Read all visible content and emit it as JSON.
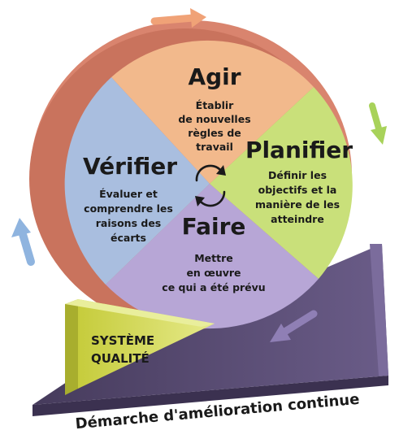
{
  "cycle": {
    "agir": {
      "title": "Agir",
      "desc": [
        "Établir",
        "de nouvelles",
        "règles de",
        "travail"
      ],
      "color": "#f2b98c"
    },
    "planifier": {
      "title": "Planifier",
      "desc": [
        "Définir les",
        "objectifs et la",
        "manière de les",
        "atteindre"
      ],
      "color": "#c9e07a"
    },
    "faire": {
      "title": "Faire",
      "desc": [
        "Mettre",
        "en œuvre",
        "ce qui a été prévu"
      ],
      "color": "#b7a6d6"
    },
    "verifier": {
      "title": "Vérifier",
      "desc": [
        "Évaluer et",
        "comprendre les",
        "raisons des",
        "écarts"
      ],
      "color": "#a9bedf"
    },
    "wheel_rim_color": "#d9846e"
  },
  "wedge": {
    "line1": "SYSTÈME",
    "line2": "QUALITÉ",
    "color": "#d8df5a"
  },
  "ramp": {
    "label": "Démarche d'amélioration continue",
    "color": "#5a4d74"
  },
  "arrows": {
    "top_color": "#f0a277",
    "right_color": "#a8d25a",
    "left_color": "#8fb4df",
    "ramp_color": "#8f7fb5"
  }
}
